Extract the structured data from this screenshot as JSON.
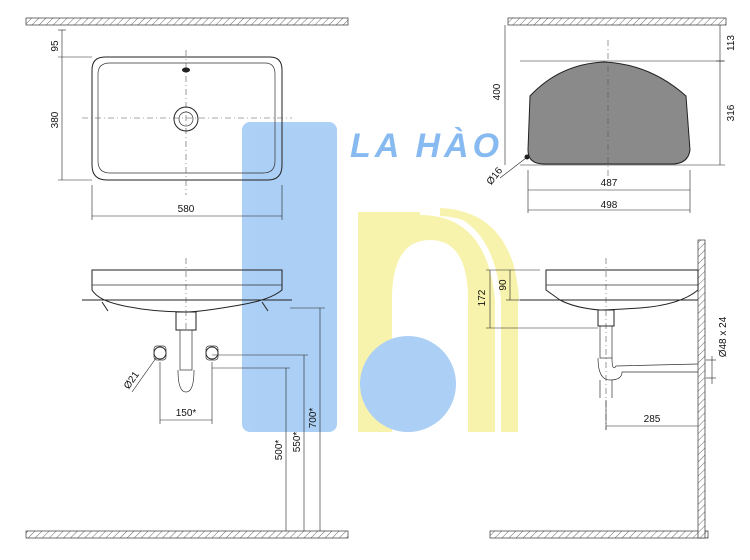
{
  "drawing": {
    "top_view": {
      "dim_top": "95",
      "dim_depth": "380",
      "dim_width": "580"
    },
    "side_view_top": {
      "dim_height": "400",
      "dim_top": "113",
      "dim_body": "316",
      "dim_hole": "Ø16",
      "dim_inner_width": "487",
      "dim_outer_width": "498"
    },
    "front_view": {
      "dim_valve": "Ø21",
      "dim_valve_spacing": "150*",
      "dim_500": "500*",
      "dim_550": "550*",
      "dim_700": "700*"
    },
    "side_view_bottom": {
      "dim_172": "172",
      "dim_90": "90",
      "dim_pipe": "Ø48 x 24",
      "dim_285": "285"
    }
  },
  "watermark": {
    "brand": "LA HÀO",
    "colors": {
      "blue": "#6aa9ee",
      "yellow": "#f3ea6a"
    }
  }
}
